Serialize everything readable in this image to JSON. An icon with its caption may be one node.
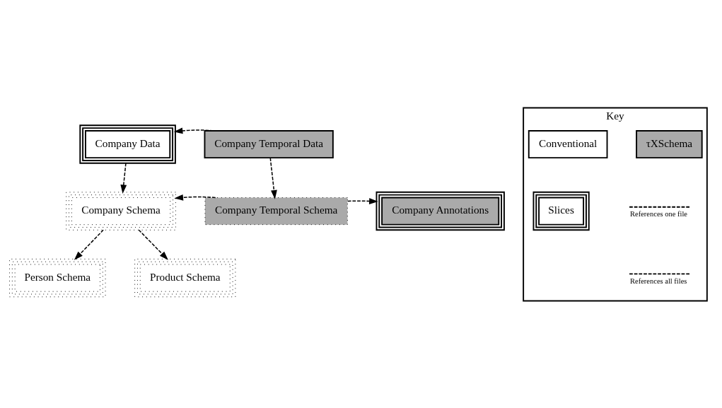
{
  "diagram": {
    "nodes": [
      {
        "text": [
          "Company Data"
        ]
      },
      {
        "text": [
          "Company Temporal Data"
        ]
      },
      {
        "text": [
          "Company Schema"
        ]
      },
      {
        "text": [
          "Company Temporal Schema"
        ]
      },
      {
        "text": [
          "Company Annotations"
        ]
      },
      {
        "text": [
          "Person Schema"
        ]
      },
      {
        "text": [
          "Product Schema"
        ]
      },
      {
        "text": [
          "Key"
        ]
      },
      {
        "text": [
          "Conventional"
        ],
        "in": 7
      },
      {
        "text": [
          "τXSchema"
        ],
        "in": 7
      },
      {
        "text": [
          "Slices"
        ],
        "in": 7
      }
    ],
    "edges": [
      {
        "from": 1,
        "to": 0,
        "arrow": "to",
        "style": "dashed"
      },
      {
        "from": 0,
        "to": 2,
        "arrow": "to",
        "style": "dashed"
      },
      {
        "from": 1,
        "to": 3,
        "arrow": "to",
        "style": "dashed"
      },
      {
        "from": 3,
        "to": 2,
        "arrow": "to",
        "style": "dashed"
      },
      {
        "from": 3,
        "to": 4,
        "arrow": "to",
        "style": "dashed"
      },
      {
        "from": 2,
        "to": 5,
        "arrow": "to",
        "style": "dashed"
      },
      {
        "from": 2,
        "to": 6,
        "arrow": "to",
        "style": "dashed"
      }
    ],
    "legend": [
      {
        "text": "References one file"
      },
      {
        "text": "References all files"
      }
    ]
  }
}
